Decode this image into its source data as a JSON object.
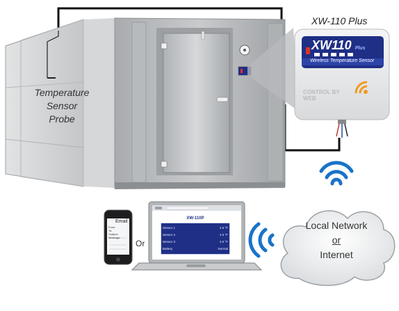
{
  "product": {
    "title": "XW-110 Plus",
    "logo_text": "XW110",
    "logo_sub": "Plus",
    "band_text": "Wireless Temperature Sensor",
    "brand": "CONTROL BY WEB"
  },
  "probe_label": {
    "line1": "Temperature",
    "line2": "Sensor",
    "line3": "Probe"
  },
  "network": {
    "line1": "Local Network",
    "line2": "or",
    "line3": "Internet"
  },
  "or_label": "Or",
  "laptop_screen": {
    "header": "XW-110P",
    "rows": [
      {
        "name": "Sensor 1",
        "value": "4.5 °F"
      },
      {
        "name": "Sensor 2",
        "value": "4.0 °F"
      },
      {
        "name": "Sensor 3",
        "value": "2.0 °F"
      },
      {
        "name": "Battery",
        "value": "Normal"
      }
    ]
  },
  "phone_screen": {
    "title": "Email",
    "fields": [
      "From:",
      "To:",
      "Subject:",
      "Message:"
    ]
  },
  "colors": {
    "cooler_front": "#b9bcbf",
    "cooler_side": "#c9cbcd",
    "signal_blue": "#1a73c8",
    "cloud_fill": "#eceeef",
    "device_navy": "#1f2f86",
    "accent_orange": "#f39a1e"
  }
}
